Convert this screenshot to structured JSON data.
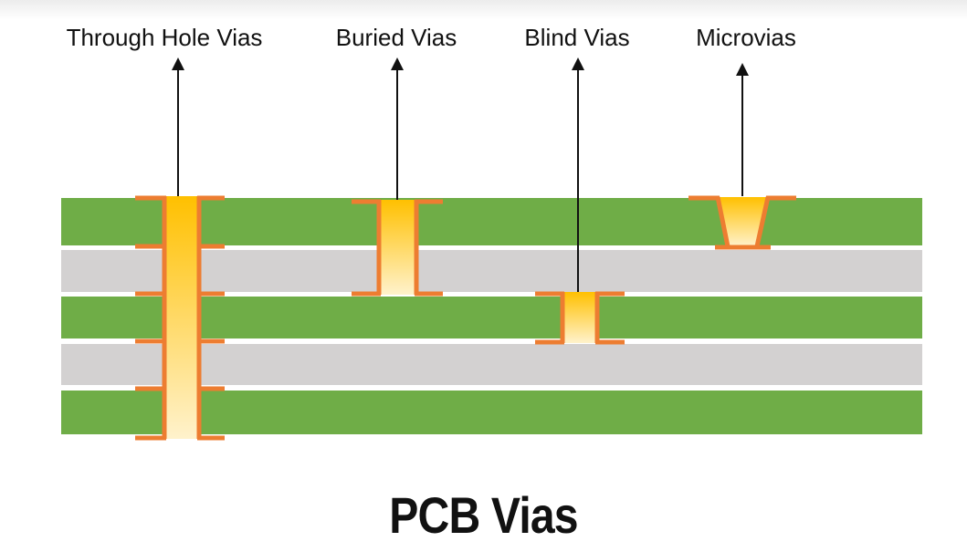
{
  "labels": {
    "through_hole": "Through Hole Vias",
    "buried": "Buried Vias",
    "blind": "Blind Vias",
    "micro": "Microvias"
  },
  "title": "PCB Vias",
  "colors": {
    "copper_layer": "#6fad47",
    "dielectric": "#d3d1d1",
    "plating": "#ed7d31",
    "fill_top": "#ffc000",
    "fill_bottom": "#fff2cc",
    "arrow": "#111111"
  }
}
